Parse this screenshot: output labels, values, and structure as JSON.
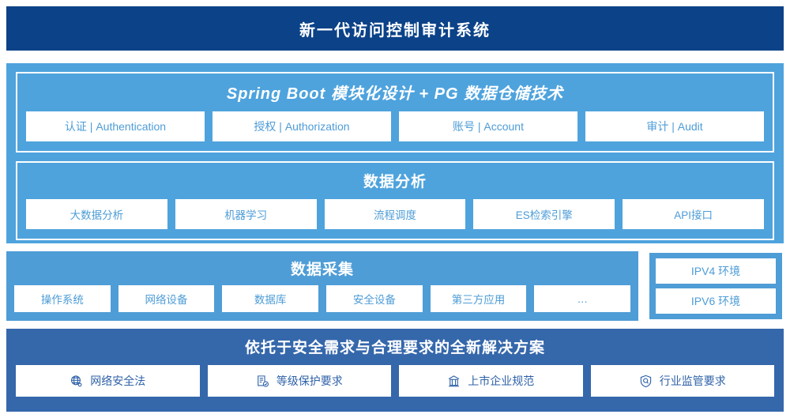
{
  "header": {
    "title": "新一代访问控制审计系统"
  },
  "platform": {
    "panels": [
      {
        "title": "Spring Boot 模块化设计 + PG 数据仓储技术",
        "chips": [
          {
            "label": "认证 | Authentication"
          },
          {
            "label": "授权 | Authorization"
          },
          {
            "label": "账号 | Account"
          },
          {
            "label": "审计 | Audit"
          }
        ]
      },
      {
        "title": "数据分析",
        "chips": [
          {
            "label": "大数据分析"
          },
          {
            "label": "机器学习"
          },
          {
            "label": "流程调度"
          },
          {
            "label": "ES检索引擎"
          },
          {
            "label": "API接口"
          }
        ]
      }
    ]
  },
  "collection": {
    "title": "数据采集",
    "chips": [
      {
        "label": "操作系统"
      },
      {
        "label": "网络设备"
      },
      {
        "label": "数据库"
      },
      {
        "label": "安全设备"
      },
      {
        "label": "第三方应用"
      },
      {
        "label": "…"
      }
    ]
  },
  "environments": {
    "chips": [
      {
        "label": "IPV4 环境"
      },
      {
        "label": "IPV6 环境"
      }
    ]
  },
  "compliance": {
    "title": "依托于安全需求与合理要求的全新解决方案",
    "chips": [
      {
        "label": "网络安全法",
        "icon": "globe-network-icon"
      },
      {
        "label": "等级保护要求",
        "icon": "document-check-icon"
      },
      {
        "label": "上市企业规范",
        "icon": "bank-building-icon"
      },
      {
        "label": "行业监管要求",
        "icon": "shield-search-icon"
      }
    ]
  },
  "colors": {
    "header_navy": "#0b4288",
    "platform_blue": "#4ea3dd",
    "collection_blue": "#4e9dd6",
    "compliance_blue": "#3567ab",
    "chip_text_blue": "#4d9cd6",
    "compliance_text_blue": "#2f62a8",
    "chip_bg": "#ffffff"
  }
}
